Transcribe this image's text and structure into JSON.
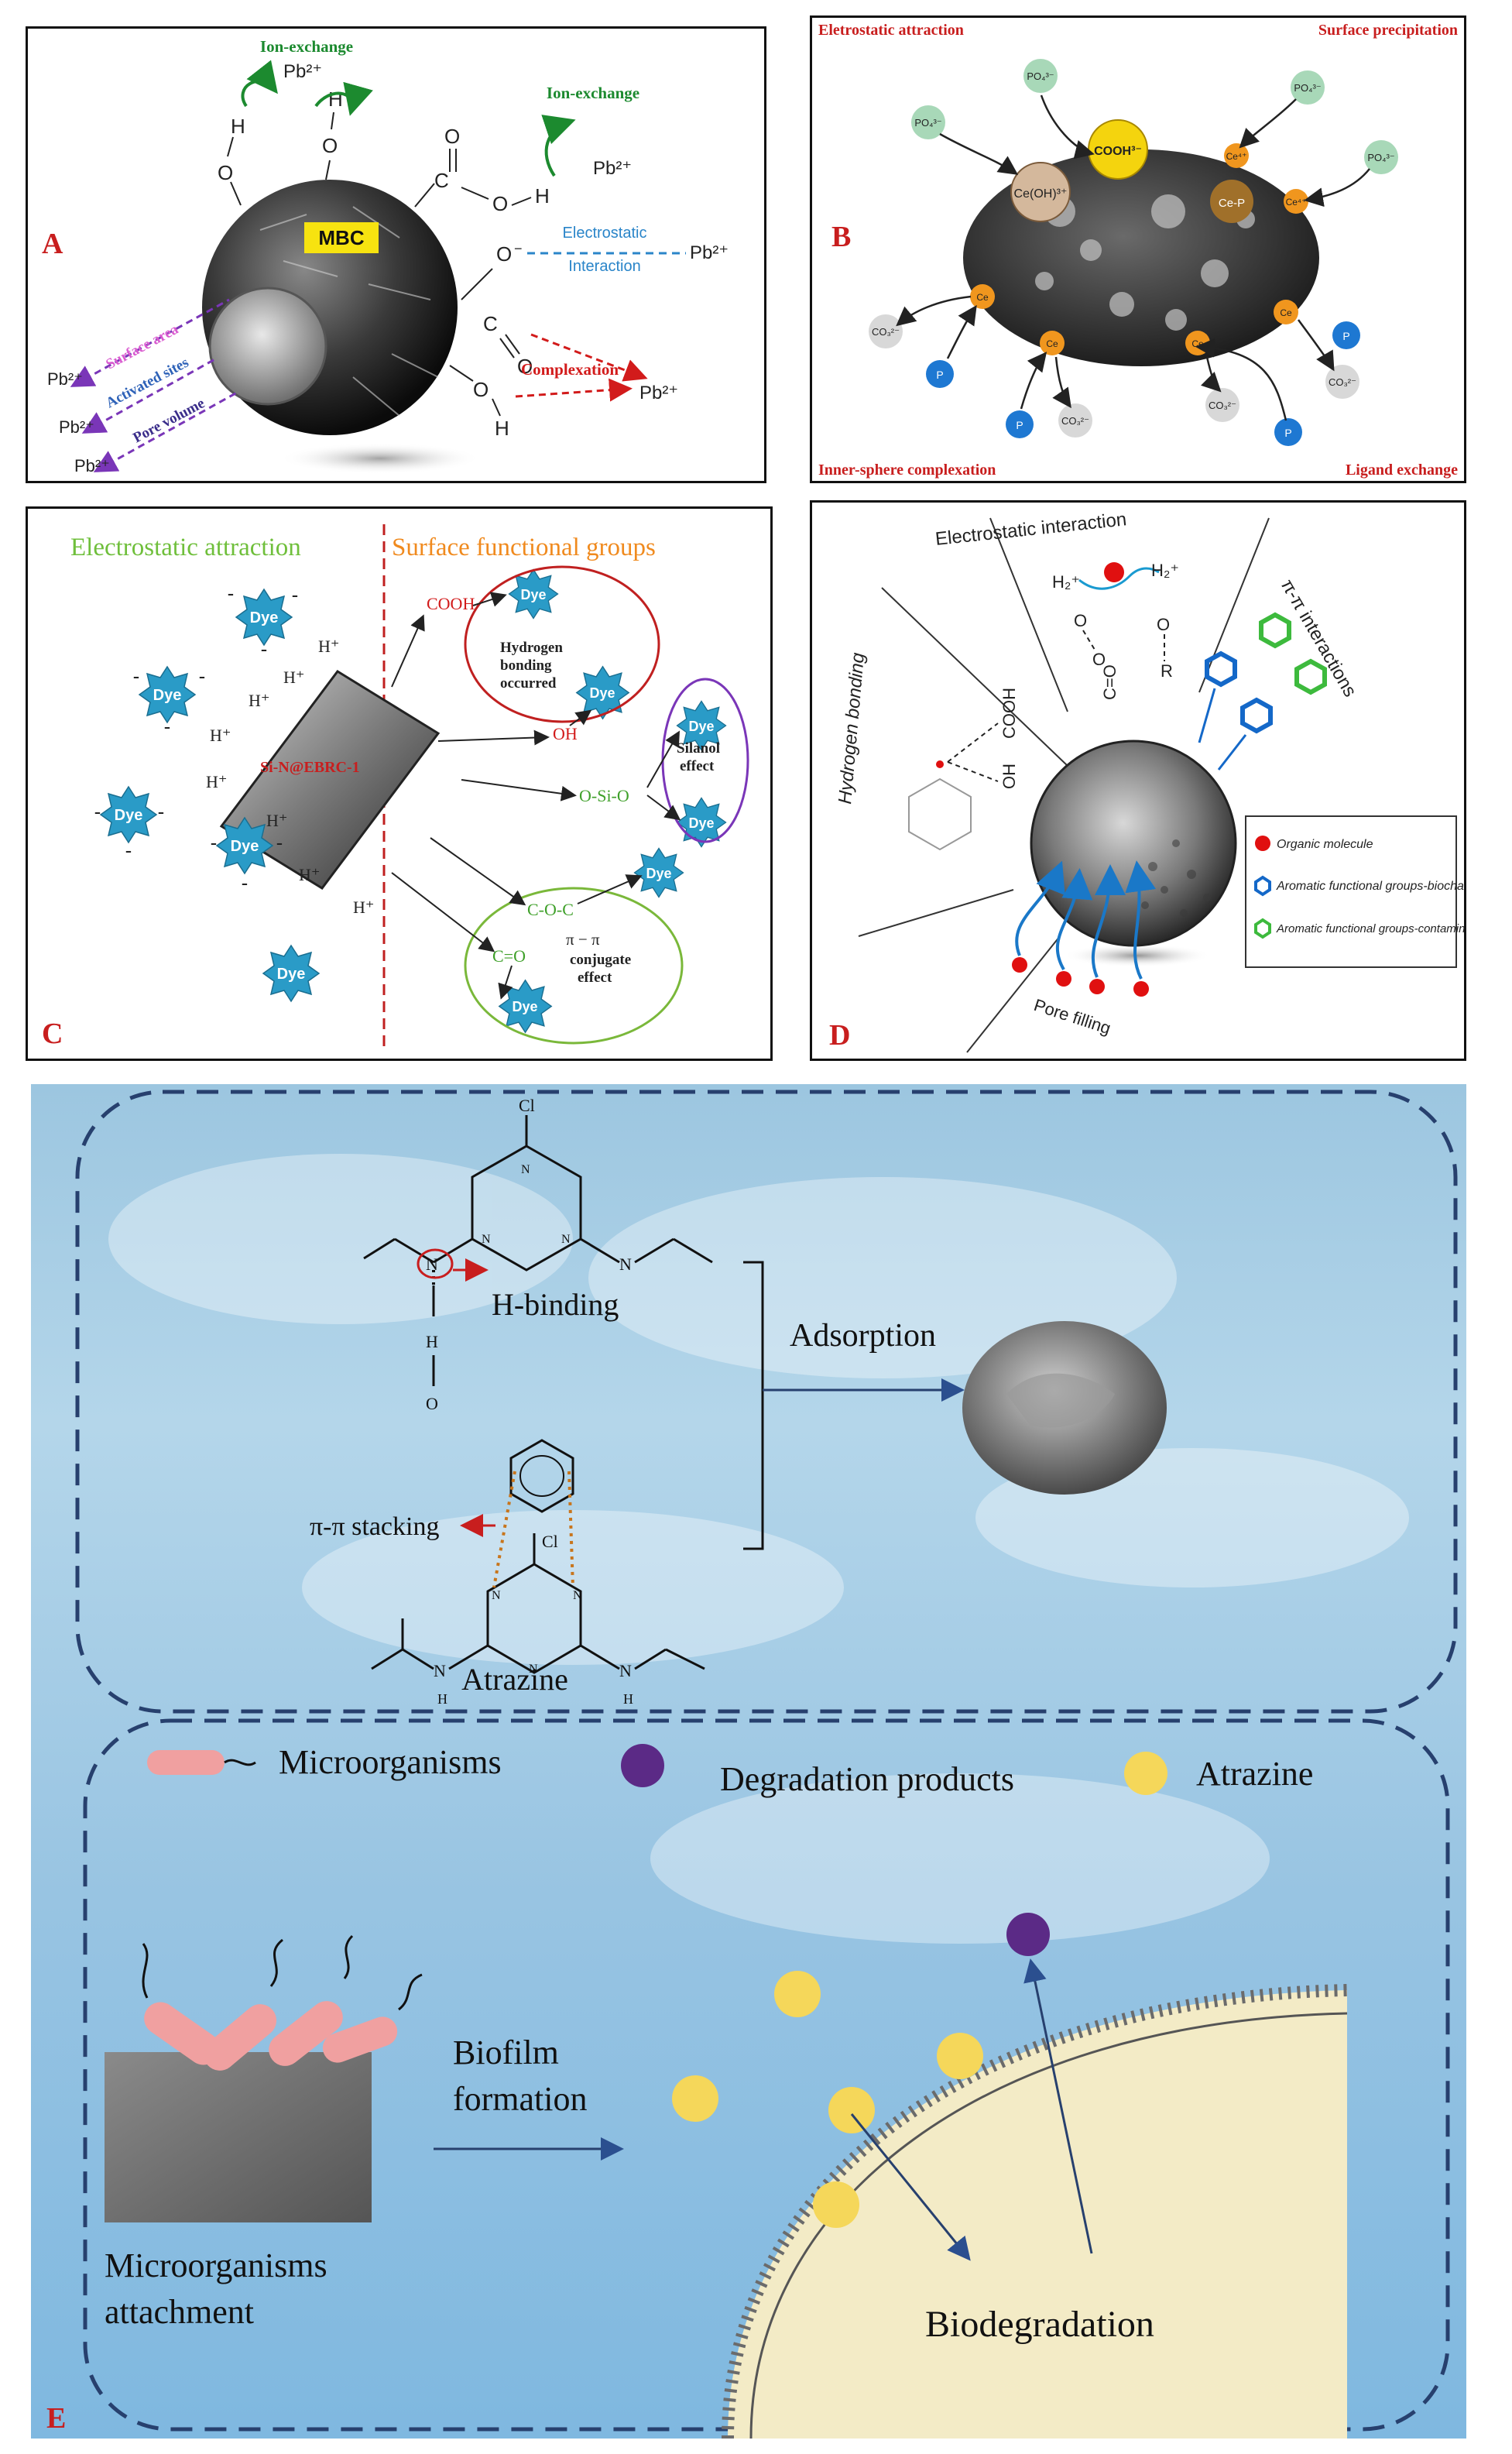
{
  "panelA": {
    "letter": "A",
    "ion_exchange_1": "Ion-exchange",
    "pb_top": "Pb²⁺",
    "ion_exchange_2": "Ion-exchange",
    "pb_right1": "Pb²⁺",
    "mbc": "MBC",
    "electrostatic": "Electrostatic",
    "interaction": "Interaction",
    "pb_right2": "Pb²⁺",
    "complexation": "Complexation",
    "pb_right3": "Pb²⁺",
    "surface_area": "Surface area",
    "activated_sites": "Activated sites",
    "pore_volume": "Pore volume",
    "pb_left1": "Pb²⁺",
    "pb_left2": "Pb²⁺",
    "pb_left3": "Pb²⁺",
    "atom_o": "O",
    "atom_h": "H",
    "atom_c": "C"
  },
  "panelB": {
    "letter": "B",
    "electrostatic_attraction": "Eletrostatic attraction",
    "surface_precipitation": "Surface precipitation",
    "inner_sphere": "Inner-sphere complexation",
    "ligand_exchange": "Ligand exchange",
    "po4": "PO₄³⁻",
    "cooh": "COOH³⁻",
    "ceoh": "Ce(OH)³⁺",
    "ce4": "Ce⁴⁺",
    "cep": "Ce-P",
    "ce": "Ce",
    "co3": "CO₃²⁻",
    "p": "P"
  },
  "panelC": {
    "letter": "C",
    "electrostatic_attraction": "Electrostatic attraction",
    "surface_groups": "Surface functional groups",
    "dye": "Dye",
    "hplus": "H⁺",
    "minus": "-",
    "cooh": "COOH",
    "hbond_1": "Hydrogen",
    "hbond_2": "bonding",
    "hbond_3": "occurred",
    "oh": "OH",
    "osio": "O-Si-O",
    "silanol_1": "Silanol",
    "silanol_2": "effect",
    "coc": "C-O-C",
    "co": "C=O",
    "pipi_1": "π − π",
    "pipi_2": "conjugate",
    "pipi_3": "effect",
    "material": "Si-N@EBRC-1"
  },
  "panelD": {
    "letter": "D",
    "electrostatic_interaction": "Electrostatic interaction",
    "pipi": "π-π interactions",
    "hydrogen_bonding": "Hydrogen bonding",
    "pore_filling": "Pore filling",
    "h2plus": "H₂⁺",
    "cooh": "COOH",
    "oh": "OH",
    "co": "C=O",
    "o": "O",
    "r": "R",
    "legend": [
      "Organic molecule",
      "Aromatic functional groups-biochar",
      "Aromatic functional groups-contaminant"
    ],
    "colors": {
      "organic": "#e01010",
      "aromatic_biochar": "#1468c8",
      "aromatic_contaminant": "#3dba3d"
    }
  },
  "panelE": {
    "letter": "E",
    "cl": "Cl",
    "n": "N",
    "h": "H",
    "o": "O",
    "h_binding": "H-binding",
    "adsorption": "Adsorption",
    "pipi_stacking": "π-π stacking",
    "atrazine_label": "Atrazine",
    "microorganisms": "Microorganisms",
    "degradation_products": "Degradation products",
    "atrazine_legend": "Atrazine",
    "biofilm_1": "Biofilm",
    "biofilm_2": "formation",
    "attach_1": "Microorganisms",
    "attach_2": "attachment",
    "biodegradation": "Biodegradation",
    "colors": {
      "microorganism": "#f0a0a0",
      "degradation": "#5b2a86",
      "atrazine": "#f5d75a"
    }
  }
}
